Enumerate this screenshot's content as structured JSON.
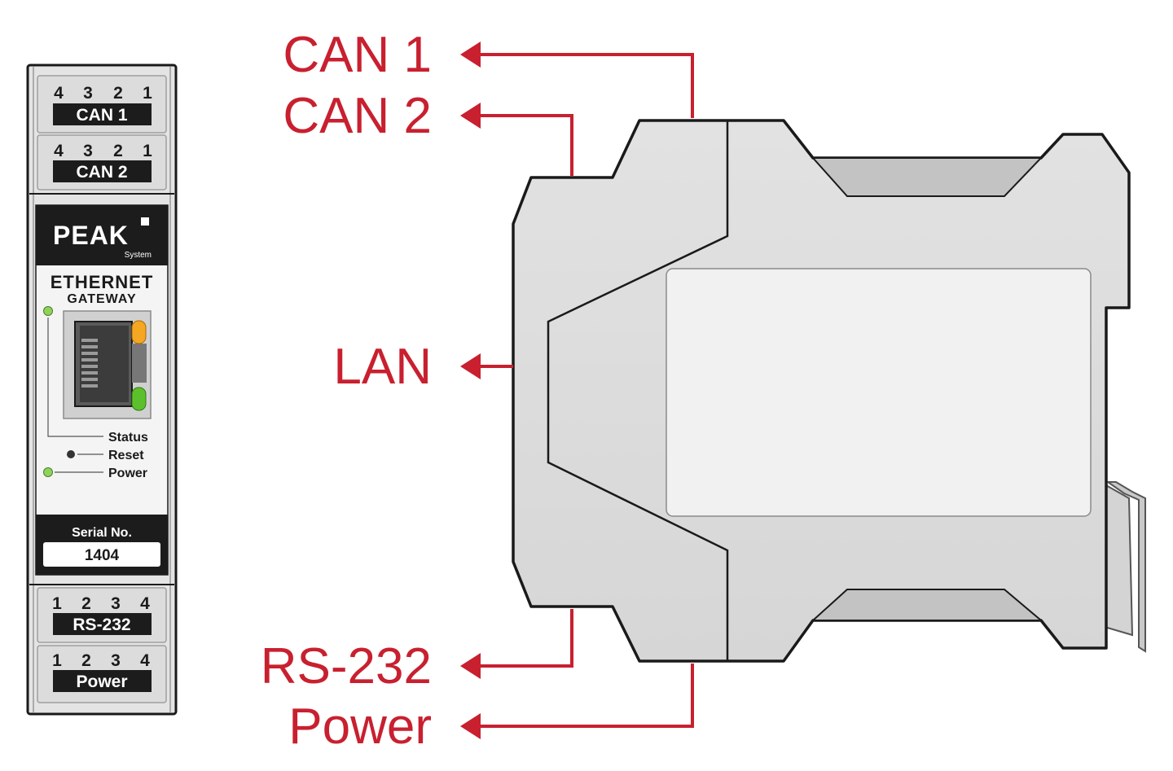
{
  "front_panel": {
    "connectors_top": [
      {
        "pins": [
          "4",
          "3",
          "2",
          "1"
        ],
        "label": "CAN 1"
      },
      {
        "pins": [
          "4",
          "3",
          "2",
          "1"
        ],
        "label": "CAN 2"
      }
    ],
    "logo": {
      "brand": "PEAK",
      "sub": "System"
    },
    "product": {
      "line1": "ETHERNET",
      "line2": "GATEWAY"
    },
    "indicators": [
      {
        "label": "Status",
        "color": "#8fd35a"
      },
      {
        "label": "Reset",
        "color": "#333333"
      },
      {
        "label": "Power",
        "color": "#8fd35a"
      }
    ],
    "port_led_colors": {
      "top": "#f5a623",
      "bottom": "#5cc02c"
    },
    "serial": {
      "label": "Serial No.",
      "value": "1404"
    },
    "connectors_bottom": [
      {
        "pins": [
          "1",
          "2",
          "3",
          "4"
        ],
        "label": "RS-232"
      },
      {
        "pins": [
          "1",
          "2",
          "3",
          "4"
        ],
        "label": "Power"
      }
    ]
  },
  "side_view": {
    "annotations": {
      "can1": "CAN 1",
      "can2": "CAN 2",
      "lan": "LAN",
      "rs232": "RS-232",
      "power": "Power"
    },
    "arrow_color": "#c8202f"
  }
}
